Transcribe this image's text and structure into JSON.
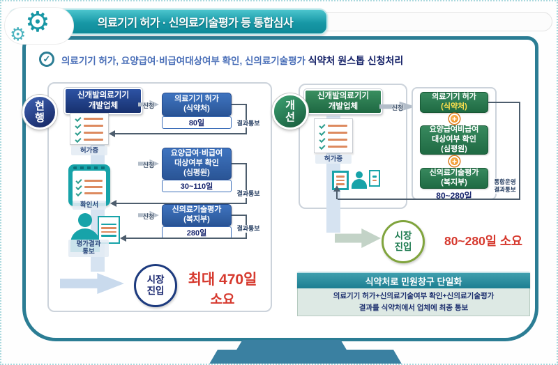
{
  "header": {
    "title": "의료기기 허가 · 신의료기술평가 등 통합심사"
  },
  "subtitle": {
    "plain": "의료기기 허가, 요양급여·비급여대상여부 확인, 신의료기술평가 ",
    "bold": "식약처 원스톱 신청처리"
  },
  "icons": {
    "gear": "⚙",
    "check_circle": "✓",
    "plus": "+"
  },
  "labels": {
    "request": "신청",
    "result": "결과통보",
    "integrated_line1": "통합운영",
    "integrated_line2": "결과통보",
    "market_line1": "시장",
    "market_line2": "진입"
  },
  "current": {
    "badge": "현행",
    "company": {
      "line1": "신개발의료기기",
      "line2": "개발업체"
    },
    "doc_label": "허가증",
    "clipboard_label": "확인서",
    "person_label": {
      "line1": "평가결과",
      "line2": "통보"
    },
    "steps": [
      {
        "lines": [
          "의료기기 허가",
          "(식약처)"
        ],
        "duration": "80일"
      },
      {
        "lines": [
          "요양급여·비급여",
          "대상여부 확인",
          "(심평원)"
        ],
        "duration": "30~110일"
      },
      {
        "lines": [
          "신의료기술평가",
          "(복지부)"
        ],
        "duration": "280일"
      }
    ],
    "total": {
      "line1": "최대 470일",
      "line2": "소요"
    }
  },
  "improved": {
    "badge": "개선",
    "company": {
      "line1": "신개발의료기기",
      "line2": "개발업체"
    },
    "doc_label": "허가증",
    "steps": [
      {
        "lines": [
          "의료기기 허가",
          "(식약처)"
        ]
      },
      {
        "lines": [
          "요양급여비급여",
          "대상여부 확인",
          "(심평원)"
        ]
      },
      {
        "lines": [
          "신의료기술평가",
          "(복지부)"
        ]
      }
    ],
    "duration": "80~280일",
    "total": "80~280일 소요",
    "notice": {
      "title": "식약처로 민원창구 단일화",
      "line1": "의료기기 허가+신의료기술여부 확인+신의료기술평가",
      "line2": "결과를 식약처에서 업체에 최종 통보"
    }
  },
  "colors": {
    "teal_accent": "#1b9aa8",
    "frame_teal": "#2b7d94",
    "current_blue": "#3a6db8",
    "navy_text": "#16246d",
    "improved_green": "#2e7d52",
    "org_highlight_yellow": "#ffe14d",
    "alert_red": "#d6392e",
    "plus_orange": "#f29a2e"
  }
}
